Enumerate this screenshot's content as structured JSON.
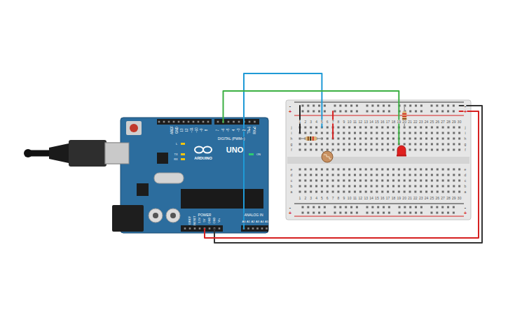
{
  "diagram": {
    "labels": [
      "UNO",
      "ARDUINO",
      "DIGITAL (PWM~)",
      "AREF",
      "GND",
      "13",
      "12",
      "~11",
      "~10",
      "~9",
      "8",
      "7",
      "~6",
      "~5",
      "4",
      "~3",
      "2",
      "TX▸1",
      "RX◂0",
      "L",
      "TX",
      "RX",
      "ON",
      "POWER",
      "ANALOG IN",
      "IOREF",
      "RESET",
      "3.3V",
      "5V",
      "GND",
      "GND",
      "Vin",
      "A0",
      "A1",
      "A2",
      "A3",
      "A4",
      "A5",
      "1",
      "2",
      "3",
      "4",
      "5",
      "6",
      "7",
      "8",
      "9",
      "10",
      "11",
      "12",
      "13",
      "14",
      "15",
      "16",
      "17",
      "18",
      "19",
      "20",
      "21",
      "22",
      "23",
      "24",
      "25",
      "26",
      "27",
      "28",
      "29",
      "30",
      "1",
      "2",
      "3",
      "4",
      "5",
      "6",
      "7",
      "8",
      "9",
      "10",
      "11",
      "12",
      "13",
      "14",
      "15",
      "16",
      "17",
      "18",
      "19",
      "20",
      "21",
      "22",
      "23",
      "24",
      "25",
      "26",
      "27",
      "28",
      "29",
      "30",
      "j",
      "i",
      "h",
      "g",
      "f",
      "e",
      "d",
      "c",
      "b",
      "a",
      "j",
      "i",
      "h",
      "g",
      "f",
      "e",
      "d",
      "c",
      "b",
      "a",
      "-",
      "+",
      "-",
      "+",
      "-",
      "+",
      "-",
      "+"
    ]
  }
}
